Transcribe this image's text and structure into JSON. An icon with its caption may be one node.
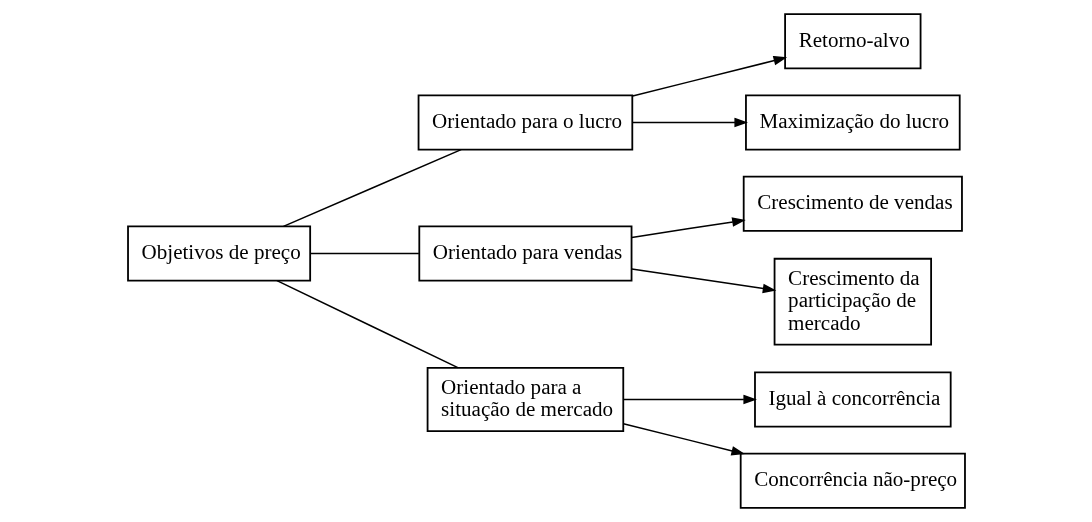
{
  "diagram": {
    "nodes": [
      {
        "text": [
          "Objetivos de preço"
        ]
      },
      {
        "text": [
          "Orientado para o lucro"
        ]
      },
      {
        "text": [
          "Retorno-alvo"
        ]
      },
      {
        "text": [
          "Maximização do lucro"
        ]
      },
      {
        "text": [
          "Orientado para vendas"
        ]
      },
      {
        "text": [
          "Crescimento de vendas"
        ]
      },
      {
        "text": [
          "Crescimento da participação de mercado"
        ]
      },
      {
        "text": [
          "Orientado para a situação de mercado"
        ]
      },
      {
        "text": [
          "Igual à concorrência"
        ]
      },
      {
        "text": [
          "Concorrência não-preço"
        ]
      }
    ],
    "edges": [
      {
        "from": 0,
        "to": 1,
        "arrow": "none"
      },
      {
        "from": 0,
        "to": 4,
        "arrow": "none"
      },
      {
        "from": 0,
        "to": 7,
        "arrow": "none"
      },
      {
        "from": 1,
        "to": 2,
        "arrow": "to"
      },
      {
        "from": 1,
        "to": 3,
        "arrow": "to"
      },
      {
        "from": 4,
        "to": 5,
        "arrow": "to"
      },
      {
        "from": 4,
        "to": 6,
        "arrow": "to"
      },
      {
        "from": 7,
        "to": 8,
        "arrow": "to"
      },
      {
        "from": 7,
        "to": 9,
        "arrow": "to"
      }
    ]
  }
}
